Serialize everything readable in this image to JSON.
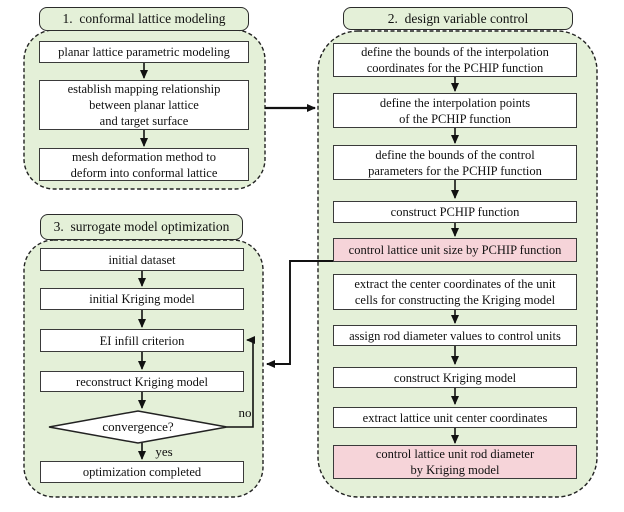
{
  "colors": {
    "section_fill": "#e4f0d8",
    "highlight_fill": "#f6d4d9",
    "box_fill": "#ffffff",
    "line_color": "#1a1a1a"
  },
  "sections": {
    "s1": {
      "title": "1.  conformal lattice modeling",
      "boxes": {
        "b1": {
          "label": "planar lattice parametric modeling"
        },
        "b2": {
          "label": "establish mapping relationship\nbetween planar lattice\nand target surface"
        },
        "b3": {
          "label": "mesh deformation method to\ndeform into conformal lattice"
        }
      }
    },
    "s2": {
      "title": "2.  design variable control",
      "boxes": {
        "b1": {
          "label": "define the bounds of the interpolation\ncoordinates for the PCHIP function"
        },
        "b2": {
          "label": "define the interpolation points\nof the PCHIP function"
        },
        "b3": {
          "label": "define the bounds of the control\nparameters for the PCHIP function"
        },
        "b4": {
          "label": "construct PCHIP function"
        },
        "b5": {
          "label": "control lattice unit size by PCHIP function"
        },
        "b6": {
          "label": "extract the center coordinates of the unit\ncells for constructing the Kriging model"
        },
        "b7": {
          "label": "assign rod diameter values to control units"
        },
        "b8": {
          "label": "construct Kriging model"
        },
        "b9": {
          "label": "extract lattice unit center coordinates"
        },
        "b10": {
          "label": "control lattice unit rod diameter\nby Kriging model"
        }
      }
    },
    "s3": {
      "title": "3.  surrogate model optimization",
      "boxes": {
        "b1": {
          "label": "initial dataset"
        },
        "b2": {
          "label": "initial Kriging model"
        },
        "b3": {
          "label": "EI infill criterion"
        },
        "b4": {
          "label": "reconstruct Kriging model"
        },
        "b5": {
          "label": "optimization completed"
        }
      },
      "diamond": {
        "label": "convergence?"
      },
      "branch_no": "no",
      "branch_yes": "yes"
    }
  }
}
